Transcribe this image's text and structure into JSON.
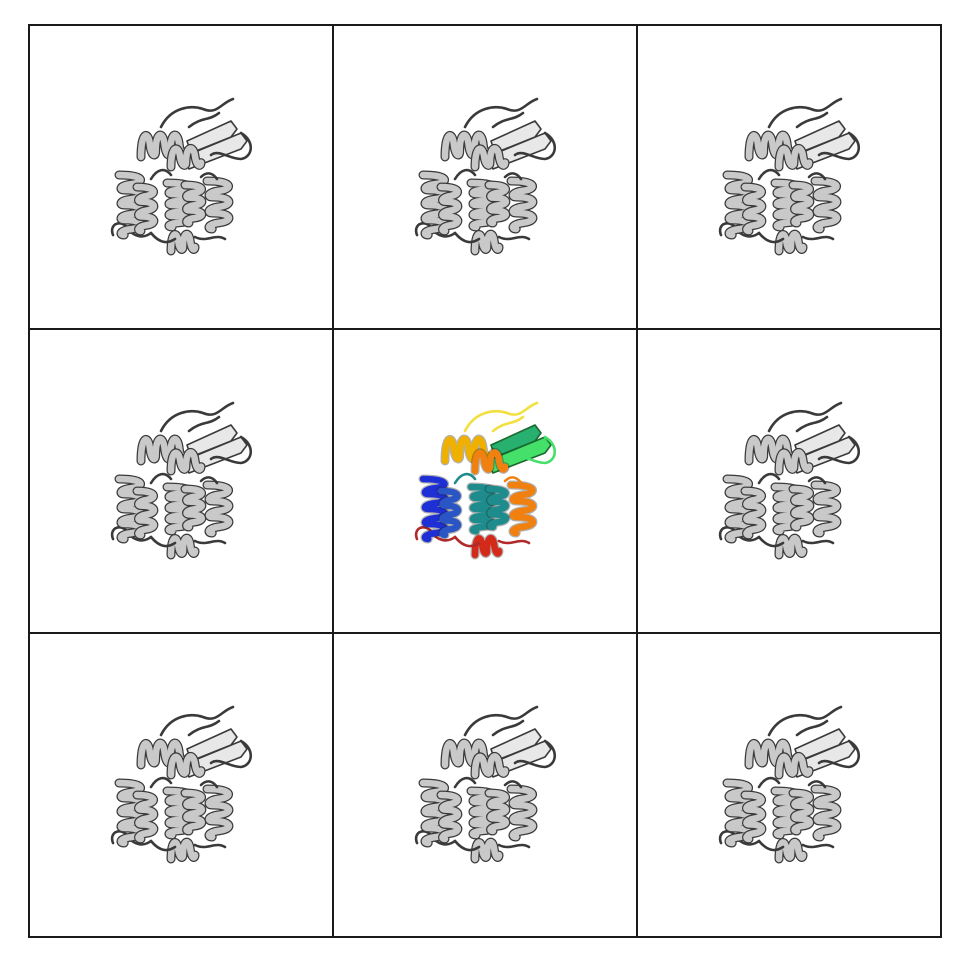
{
  "grid": {
    "rows": 3,
    "cols": 3,
    "highlight_index": 4
  },
  "colors": {
    "background": "#ffffff",
    "frame": "#1a1a1a",
    "gray_fill": "#c9c9c9",
    "gray_stroke": "#3a3a3a",
    "rainbow": [
      "#1f2fd6",
      "#2a55c4",
      "#1e8c8c",
      "#28b070",
      "#45e06a",
      "#f2e040",
      "#f0b000",
      "#f08010",
      "#f05020",
      "#d42a1a",
      "#b02a2a"
    ]
  },
  "cells": [
    {
      "style": "gray",
      "icon": "protein-ribbon-icon"
    },
    {
      "style": "gray",
      "icon": "protein-ribbon-icon"
    },
    {
      "style": "gray",
      "icon": "protein-ribbon-icon"
    },
    {
      "style": "gray",
      "icon": "protein-ribbon-icon"
    },
    {
      "style": "rainbow",
      "icon": "protein-ribbon-icon"
    },
    {
      "style": "gray",
      "icon": "protein-ribbon-icon"
    },
    {
      "style": "gray",
      "icon": "protein-ribbon-icon"
    },
    {
      "style": "gray",
      "icon": "protein-ribbon-icon"
    },
    {
      "style": "gray",
      "icon": "protein-ribbon-icon"
    }
  ]
}
